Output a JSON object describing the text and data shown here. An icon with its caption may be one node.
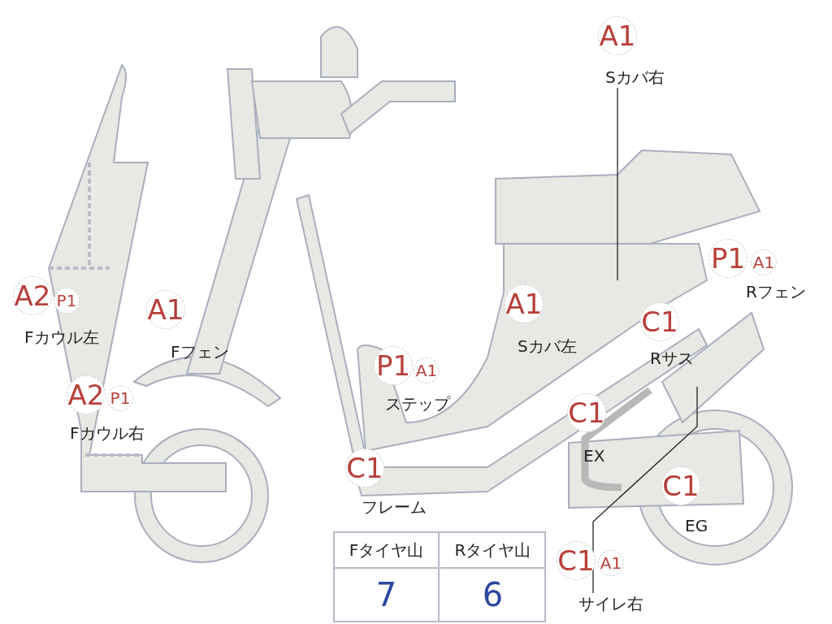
{
  "diagram": {
    "nodes": [
      {
        "text": [
          "A1"
        ]
      },
      {
        "text": [
          "Sカバ右"
        ]
      },
      {
        "text": [
          "A2"
        ]
      },
      {
        "text": [
          "P1"
        ]
      },
      {
        "text": [
          "A1"
        ]
      },
      {
        "text": [
          "P1"
        ]
      },
      {
        "text": [
          "A1"
        ]
      },
      {
        "text": [
          "C1"
        ]
      },
      {
        "text": [
          "A1"
        ]
      },
      {
        "text": [
          "P1"
        ]
      },
      {
        "text": [
          "A1"
        ]
      },
      {
        "text": [
          "A2"
        ]
      },
      {
        "text": [
          "P1"
        ]
      },
      {
        "text": [
          "C1"
        ]
      },
      {
        "text": [
          "C1"
        ]
      },
      {
        "text": [
          "C1"
        ]
      },
      {
        "text": [
          "C1"
        ]
      },
      {
        "text": [
          "A1"
        ]
      },
      {
        "text": [
          "サイレ右"
        ]
      }
    ],
    "edges": [
      {
        "from": 1,
        "to": null,
        "arrow": "none"
      },
      {
        "from": 18,
        "to": null,
        "arrow": "none"
      }
    ],
    "labels": [
      "Rフェン",
      "Fカウル左",
      "Fフェン",
      "Sカバ左",
      "Rサス",
      "ステップ",
      "Fカウル右",
      "EX",
      "フレーム",
      "EG",
      "Fタイヤ山",
      "Rタイヤ山",
      "7",
      "6"
    ]
  }
}
